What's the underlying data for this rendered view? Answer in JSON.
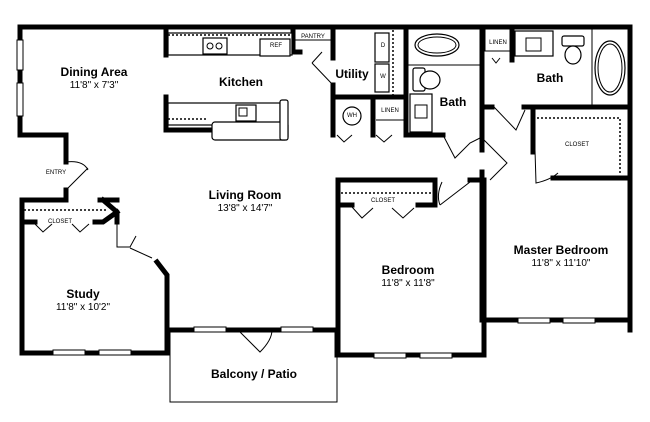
{
  "plan": {
    "rooms": {
      "dining": {
        "name": "Dining Area",
        "dims": "11'8\" x 7'3\""
      },
      "kitchen": {
        "name": "Kitchen",
        "dims": ""
      },
      "utility": {
        "name": "Utility",
        "dims": ""
      },
      "bath1": {
        "name": "Bath",
        "dims": ""
      },
      "bath2": {
        "name": "Bath",
        "dims": ""
      },
      "living": {
        "name": "Living Room",
        "dims": "13'8\" x 14'7\""
      },
      "study": {
        "name": "Study",
        "dims": "11'8\" x 10'2\""
      },
      "bedroom": {
        "name": "Bedroom",
        "dims": "11'8\" x 11'8\""
      },
      "master": {
        "name": "Master Bedroom",
        "dims": "11'8\" x 11'10\""
      },
      "balcony": {
        "name": "Balcony / Patio",
        "dims": ""
      }
    },
    "fixtures": {
      "pantry": "PANTRY",
      "ref": "REF",
      "dryer": "D",
      "washer": "W",
      "water_heater": "WH",
      "linen1": "LINEN",
      "linen2": "LINEN",
      "entry": "ENTRY",
      "closet_study": "CLOSET",
      "closet_bedroom": "CLOSET",
      "closet_master": "CLOSET"
    }
  }
}
